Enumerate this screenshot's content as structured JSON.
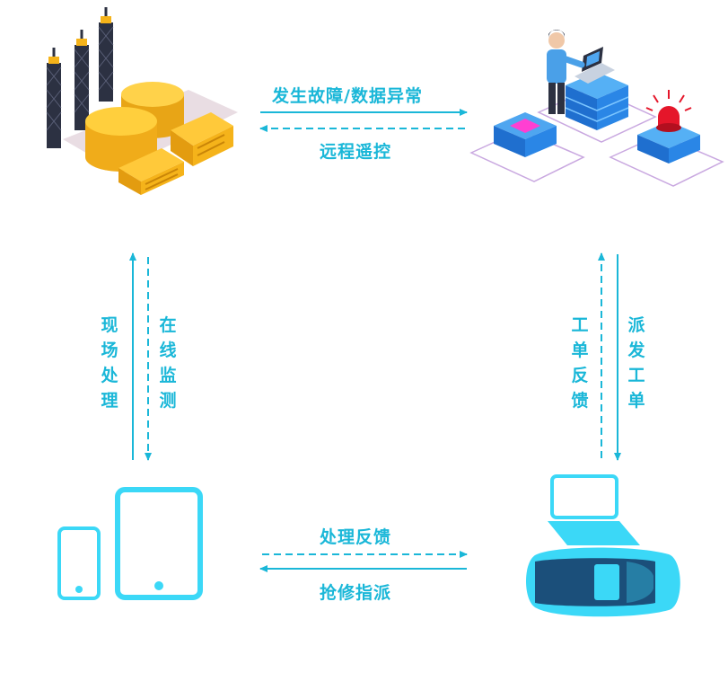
{
  "edges": {
    "top_forward": "发生故障/数据异常",
    "top_back": "远程遥控",
    "left_up": "现场处理",
    "left_down": "在线监测",
    "right_up": "工单反馈",
    "right_down": "派发工单",
    "bottom_forward": "处理反馈",
    "bottom_back": "抢修指派"
  },
  "nodes": {
    "plant": {
      "icon": "oil-refinery-icon"
    },
    "control_center": {
      "icon": "server-monitoring-icon"
    },
    "mobile_devices": {
      "icon": "phone-tablet-icon"
    },
    "field_vehicle": {
      "icon": "laptop-car-icon"
    }
  },
  "colors": {
    "accent": "#1ab7d8",
    "device": "#3bd8f7",
    "fuel": "#f5b31a",
    "tower": "#2c3142",
    "server": "#1f7fe0",
    "alarm": "#e5162a"
  }
}
